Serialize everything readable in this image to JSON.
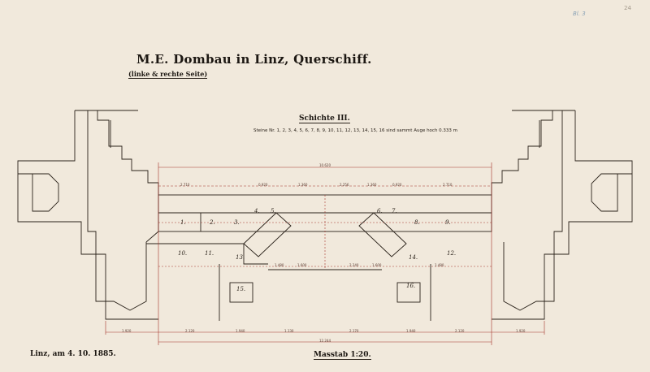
{
  "title": "M.E. Dombau in Linz, Querschiff.",
  "subtitle": "(linke & rechte Seite)",
  "layer_heading": "Schichte III.",
  "layer_note": "Steine Nr. 1, 2, 3, 4, 5, 6, 7, 8, 9, 10, 11, 12, 13, 14, 15, 16 sind sammt Auge hoch 0.333 m",
  "place_date": "Linz, am 4. 10. 1885.",
  "scale_label": "Masstab 1:20.",
  "sheet_number": "Bl. 3",
  "pencil_number": "24",
  "stone_numbers": [
    "1.",
    "2.",
    "3.",
    "4.",
    "5.",
    "6.",
    "7.",
    "8.",
    "9.",
    "10.",
    "11.",
    "12.",
    "13.",
    "14.",
    "15.",
    "16."
  ],
  "dimensions": {
    "overall_top": "10.620",
    "top_row": [
      "2.710",
      "0.920",
      "1.360",
      "2.256",
      "1.360",
      "0.920",
      "2.710"
    ],
    "bottom_row": [
      "1.920",
      "2.120",
      "1.940",
      "1.130",
      "2.170",
      "1.940",
      "2.120",
      "1.920"
    ],
    "bottom_total": "12.244",
    "mid_row": [
      "1.480",
      "1.600",
      "2.240",
      "1.600",
      "1.480"
    ]
  },
  "colors": {
    "paper": "#f1e9dc",
    "ink": "#2a221a",
    "red_ink": "#a5342b",
    "blue_pencil": "#8aa2b6"
  }
}
